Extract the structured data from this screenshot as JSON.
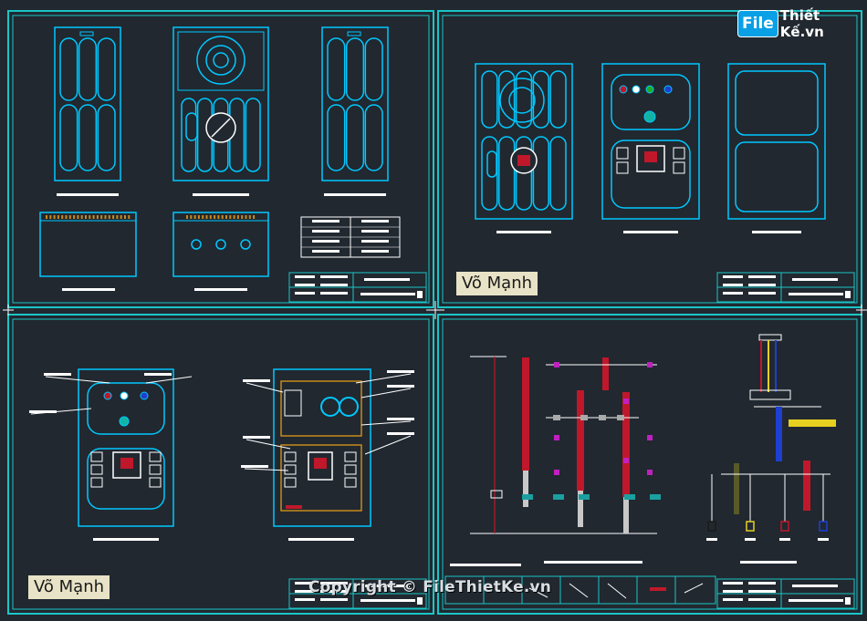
{
  "watermark": {
    "brand_box": "File",
    "brand_rest": "Thiết Kế.vn",
    "copyright": "Copyright © FileThietKe.vn"
  },
  "labels": {
    "sheet2_author": "Võ Mạnh",
    "sheet3_author": "Võ Mạnh"
  },
  "colors": {
    "background": "#212830",
    "frame": "#19c6c6",
    "drawing": "#00c8ff",
    "wire_red": "#c0182a",
    "wire_magenta": "#c020c0",
    "wire_yellow": "#e6d020",
    "wire_blue": "#1e3fd0",
    "text_white": "#ffffff",
    "cabinet_orange": "#c88a1a"
  },
  "icons": [
    "logo-badge-icon",
    "copyright-symbol"
  ]
}
